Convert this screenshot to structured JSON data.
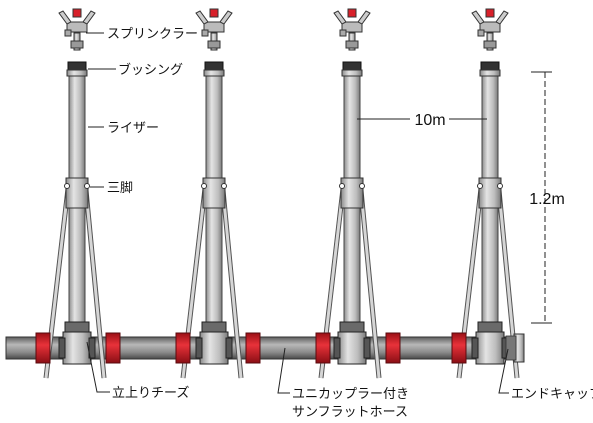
{
  "labels": {
    "sprinkler": "スプリンクラー",
    "bushing": "ブッシング",
    "riser": "ライザー",
    "tripod": "三脚",
    "tee": "立上りチーズ",
    "hose_line1": "ユニカップラー付き",
    "hose_line2": "サンフラットホース",
    "end_cap": "エンドキャップ",
    "spacing": "10m",
    "height": "1.2m"
  },
  "colors": {
    "pipe_fill": "#c8c8c8",
    "pipe_dark": "#6e6e6e",
    "hose_fill": "#8a8a8a",
    "coupler_red": "#d8202a",
    "sprinkler_red": "#d8202a",
    "line": "#222222"
  },
  "units": {
    "count": 4,
    "sprinkler_icon": "impact-sprinkler-icon"
  }
}
